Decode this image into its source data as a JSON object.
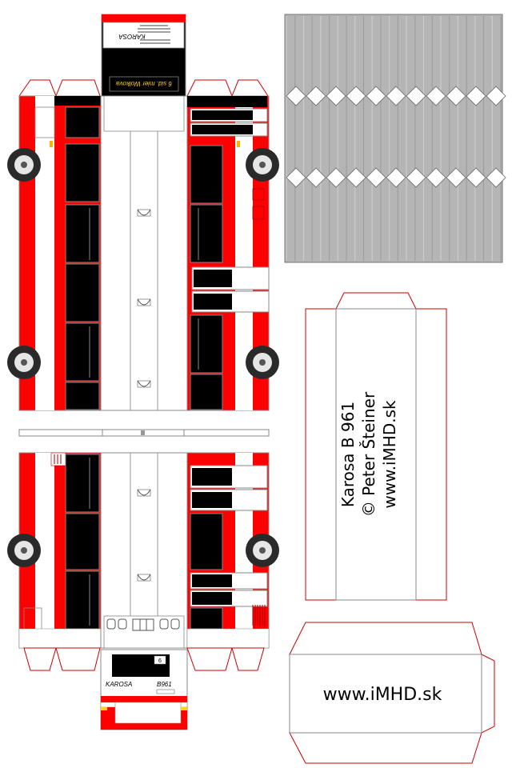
{
  "colors": {
    "red": "#ff0000",
    "black": "#000000",
    "white": "#ffffff",
    "outline": "#888888",
    "fold_line": "#cc0000",
    "roof_grey": "#b5b5b5",
    "tire": "#2a2a2a"
  },
  "front_end": {
    "brand_label": "KAROSA",
    "destination_sign": "6 sid. mier Wolkova"
  },
  "rear_end": {
    "brand_label": "KAROSA",
    "model_label": "B961",
    "line_number": "6"
  },
  "side_panel_text": {
    "model_line": "Karosa B 961",
    "author_line": "© Peter Šteiner",
    "website_line": "www.iMHD.sk"
  },
  "base_panel_text": {
    "website_line": "www.iMHD.sk"
  },
  "icons": {
    "wheel": "wheel-icon"
  }
}
